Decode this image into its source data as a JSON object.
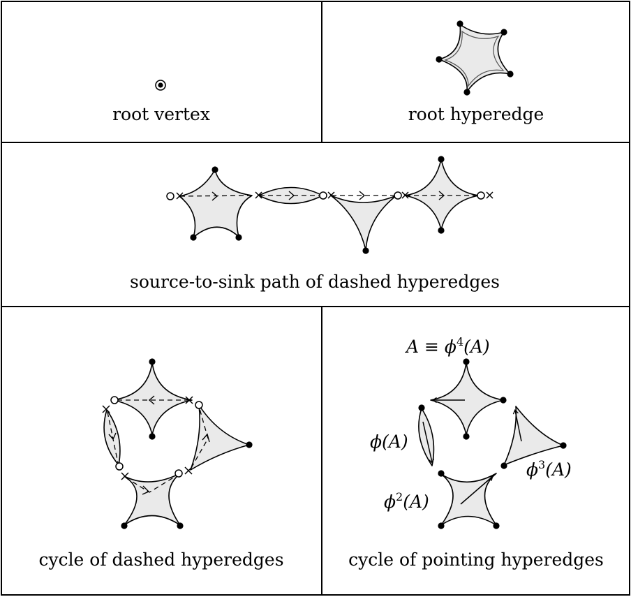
{
  "panels": {
    "root_vertex": {
      "caption": "root vertex"
    },
    "root_hyperedge": {
      "caption": "root hyperedge"
    },
    "path": {
      "caption": "source-to-sink path of dashed hyperedges"
    },
    "dashed_cycle": {
      "caption": "cycle of dashed hyperedges"
    },
    "pointing_cycle": {
      "caption": "cycle of pointing hyperedges",
      "labels": {
        "a_main": "A ≡ ϕ",
        "a_exp": "4",
        "a_tail": "(A)",
        "phi_a": "ϕ(A)",
        "phi2_main": "ϕ",
        "phi2_exp": "2",
        "phi2_tail": "(A)",
        "phi3_main": "ϕ",
        "phi3_exp": "3",
        "phi3_tail": "(A)"
      }
    }
  },
  "colors": {
    "hyperedge_fill": "#eaeaea",
    "stroke": "#000000",
    "background": "#ffffff"
  }
}
